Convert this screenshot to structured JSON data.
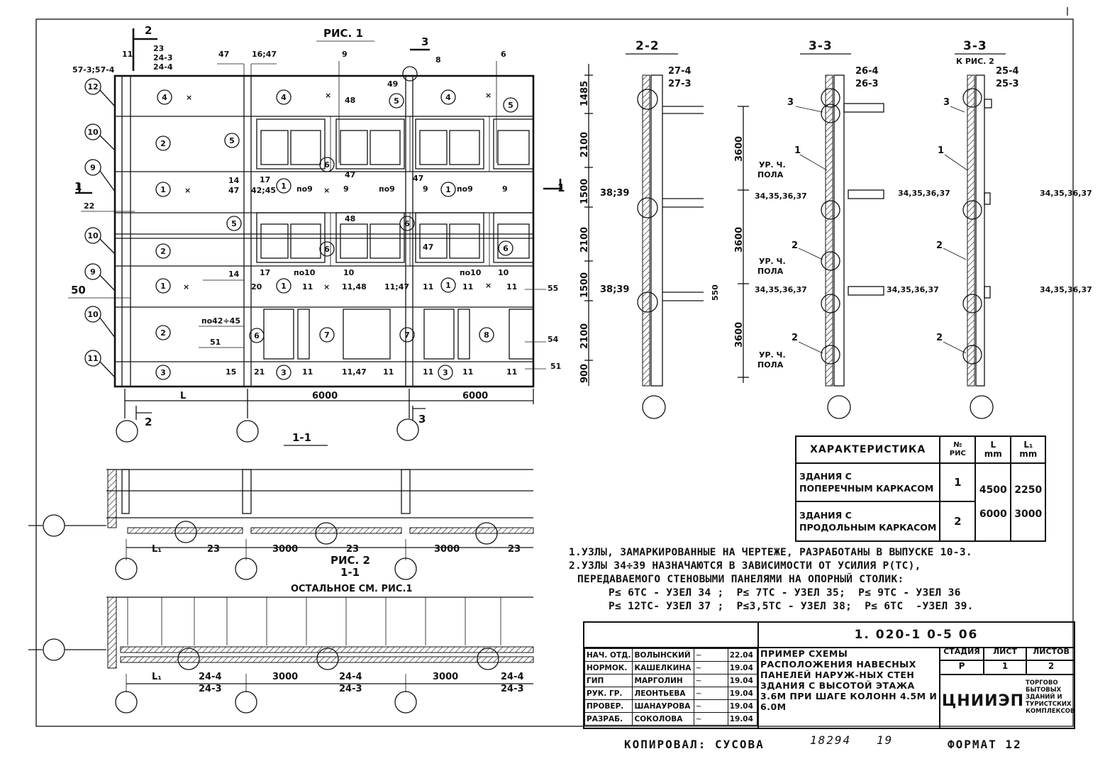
{
  "fig1": {
    "title": "РИС. 1",
    "section_2": "2",
    "section_3": "3",
    "grid_top_labels": [
      "11",
      "23",
      "24-3",
      "24-4",
      "47",
      "16;47",
      "9",
      "6",
      "8",
      "49",
      "48",
      "57-3;57-4"
    ],
    "row_labels": [
      "12",
      "10",
      "9",
      "22",
      "10",
      "9",
      "50",
      "10",
      "11"
    ],
    "panel_numbers": [
      "4",
      "2",
      "1",
      "2",
      "1",
      "2",
      "3",
      "5",
      "6",
      "7",
      "8"
    ],
    "inner_labels": {
      "l14_47": "14\n47",
      "l42_45": "42;45",
      "l17": "17",
      "po9": "по9",
      "l48": "48",
      "l47": "47",
      "l9": "9",
      "po10": "по10",
      "l10": "10",
      "l14": "14",
      "l20": "20",
      "l11": "11",
      "l1148": "11,48",
      "l1147": "11;47",
      "l55": "55",
      "l54": "54",
      "l51": "51",
      "po42_45": "по42÷45",
      "l15": "15",
      "l21": "21",
      "l11_47": "11,47"
    },
    "dim_L": "L",
    "dim_6000_a": "6000",
    "dim_6000_b": "6000",
    "section_mark_1": "1",
    "section_mark_11": "1"
  },
  "section_2_2": {
    "title": "2-2",
    "top_labels": [
      "27-4",
      "27-3"
    ],
    "heights": [
      "1485",
      "2100",
      "1500",
      "2100",
      "1500",
      "2100",
      "900"
    ],
    "dims_3600": [
      "3600",
      "3600",
      "3600"
    ],
    "node_labels": [
      "38;39",
      "38;39"
    ],
    "level_labels": [
      "ур. ч.\nПОЛА",
      "ур. ч.\nПОЛА",
      "ур. ч.\nПОЛА"
    ],
    "nodes_34": [
      "34,35,36,37",
      "34,35,36,37"
    ],
    "dim_550": "550"
  },
  "section_3_3a": {
    "title": "3-3",
    "top_labels": [
      "26-4",
      "26-3"
    ],
    "markers": [
      "3",
      "1",
      "2",
      "2"
    ],
    "nodes_34": [
      "34,35,36,37",
      "34,35,36,37"
    ]
  },
  "section_3_3b": {
    "title": "3-3",
    "subtitle": "К РИС. 2",
    "top_labels": [
      "25-4",
      "25-3"
    ],
    "markers": [
      "3",
      "1",
      "2",
      "2"
    ],
    "nodes_34": [
      "34,35,36,37",
      "34,35,36,37"
    ]
  },
  "section_1_1": {
    "title": "1-1",
    "dim_L1": "L₁",
    "dim_23": [
      "23",
      "23",
      "23"
    ],
    "dim_3000": [
      "3000",
      "3000"
    ]
  },
  "fig2": {
    "title": "РИС. 2",
    "sub": "1-1",
    "note": "ОСТАЛЬНОЕ СМ. РИС.1",
    "dim_L1": "L₁",
    "dim_3000": [
      "3000",
      "3000"
    ],
    "labels_244": [
      "24-4",
      "24-4",
      "24-4"
    ],
    "labels_243": [
      "24-3",
      "24-3",
      "24-3"
    ]
  },
  "characteristics": {
    "headers": [
      "ХАРАКТЕРИСТИКА",
      "№\nРИС",
      "L\nmm",
      "L₁\nmm"
    ],
    "rows": [
      {
        "name": "ЗДАНИЯ С\nПОПЕРЕЧНЫМ КАРКАСОМ",
        "fig": "1"
      },
      {
        "name": "ЗДАНИЯ С\nПРОДОЛЬНЫМ КАРКАСОМ",
        "fig": "2"
      }
    ],
    "L_values": [
      "4500",
      "6000"
    ],
    "L1_values": [
      "2250",
      "3000"
    ]
  },
  "notes": [
    "1.УЗЛЫ, ЗАМАРКИРОВАННЫЕ НА ЧЕРТЕЖЕ, РАЗРАБОТАНЫ В ВЫПУСКЕ 10-3.",
    "2.УЗЛЫ 34÷39 НАЗНАЧАЮТСЯ В ЗАВИСИМОСТИ ОТ УСИЛИЯ P(ТС),",
    "ПЕРЕДАВАЕМОГО СТЕНОВЫМИ ПАНЕЛЯМИ НА ОПОРНЫЙ СТОЛИК:",
    "P≤ 6ТС - УЗЕЛ 34 ;  P≤ 7ТС - УЗЕЛ 35;  P≤ 9ТС - УЗЕЛ 36",
    "P≤ 12ТС- УЗЕЛ 37 ;  P≤3,5ТС - УЗЕЛ 38;  P≤ 6ТС  -УЗЕЛ 39."
  ],
  "stamp": {
    "code": "1. 020-1 0-5 06",
    "roles": [
      "НАЧ. ОТД.",
      "НОРМОК.",
      "ГИП",
      "РУК. ГР.",
      "ПРОВЕР.",
      "РАЗРАБ."
    ],
    "names": [
      "ВОЛЫНСКИЙ",
      "КАШЕЛКИНА",
      "МАРГОЛИН",
      "ЛЕОНТЬЕВА",
      "ШАНАУРОВА",
      "СОКОЛОВА"
    ],
    "dates": [
      "22.04",
      "19.04",
      "19.04",
      "19.04",
      "19.04",
      "19.04"
    ],
    "title": "ПРИМЕР СХЕМЫ РАСПОЛОЖЕНИЯ НАВЕСНЫХ ПАНЕЛЕЙ НАРУЖ-НЫХ СТЕН ЗДАНИЯ С ВЫСОТОЙ ЭТАЖА 3.6М ПРИ ШАГЕ КОЛОНН 4.5М И 6.0М",
    "stage_header": "СТАДИЯ",
    "sheet_header": "ЛИСТ",
    "sheets_header": "ЛИСТОВ",
    "stage": "Р",
    "sheet": "1",
    "sheets": "2",
    "org": "ЦНИИЭП",
    "org_sub": "ТОРГОВО БЫТОВЫХ ЗДАНИЙ И ТУРИСТСКИХ КОМПЛЕКСОВ"
  },
  "footer": {
    "copied": "КОПИРОВАЛ: СУСОВА",
    "number": "18294",
    "number2": "19",
    "format": "ФОРМАТ 12"
  }
}
